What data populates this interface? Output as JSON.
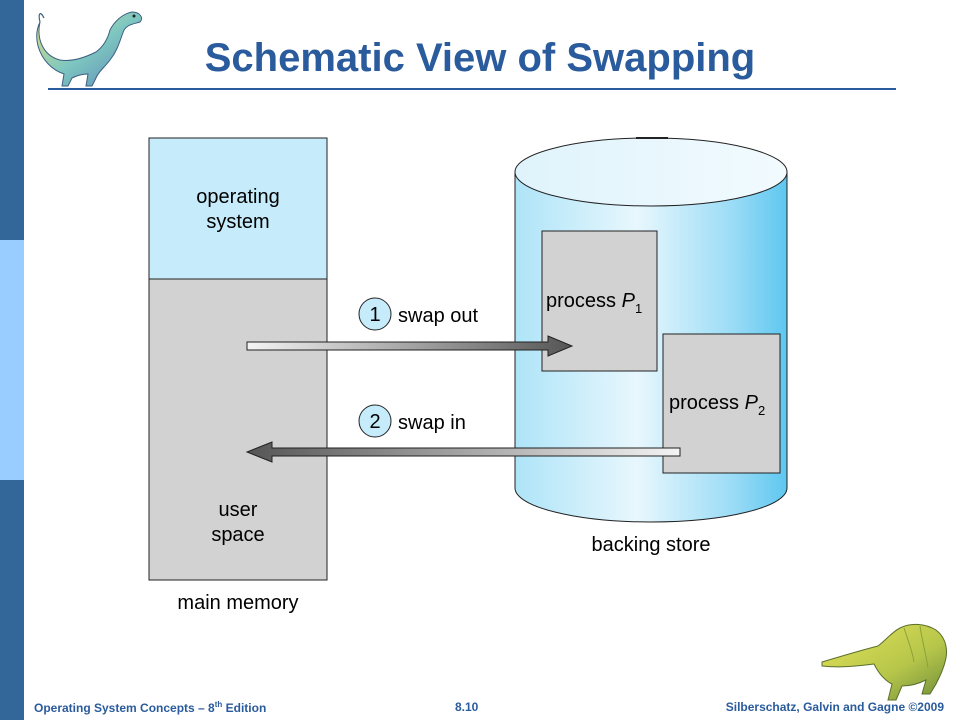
{
  "slide": {
    "title": "Schematic View of Swapping",
    "footer_left_main": "Operating System Concepts – 8",
    "footer_left_sup": "th",
    "footer_left_tail": " Edition",
    "footer_center": "8.10",
    "footer_right": "Silberschatz, Galvin and Gagne ©2009"
  },
  "diagram": {
    "main_memory": {
      "os_line1": "operating",
      "os_line2": "system",
      "user_line1": "user",
      "user_line2": "space",
      "caption": "main memory"
    },
    "backing_store": {
      "p1_text": "process ",
      "p1_var": "P",
      "p1_sub": "1",
      "p2_text": "process ",
      "p2_var": "P",
      "p2_sub": "2",
      "caption": "backing store"
    },
    "arrows": {
      "out_number": "1",
      "out_label": "swap out",
      "in_number": "2",
      "in_label": "swap in"
    }
  },
  "colors": {
    "title": "#2a5b9c",
    "sidebar_dark": "#336699",
    "sidebar_light": "#99ccff",
    "os_fill": "#c6ecfc",
    "user_fill": "#d2d2d2",
    "cylinder_light": "#e6f6fd",
    "cylinder_dark": "#6fcdf2"
  },
  "icons": {
    "top_left": "dinosaur-mascot-icon",
    "bottom_right": "dinosaur-mascot-icon"
  }
}
